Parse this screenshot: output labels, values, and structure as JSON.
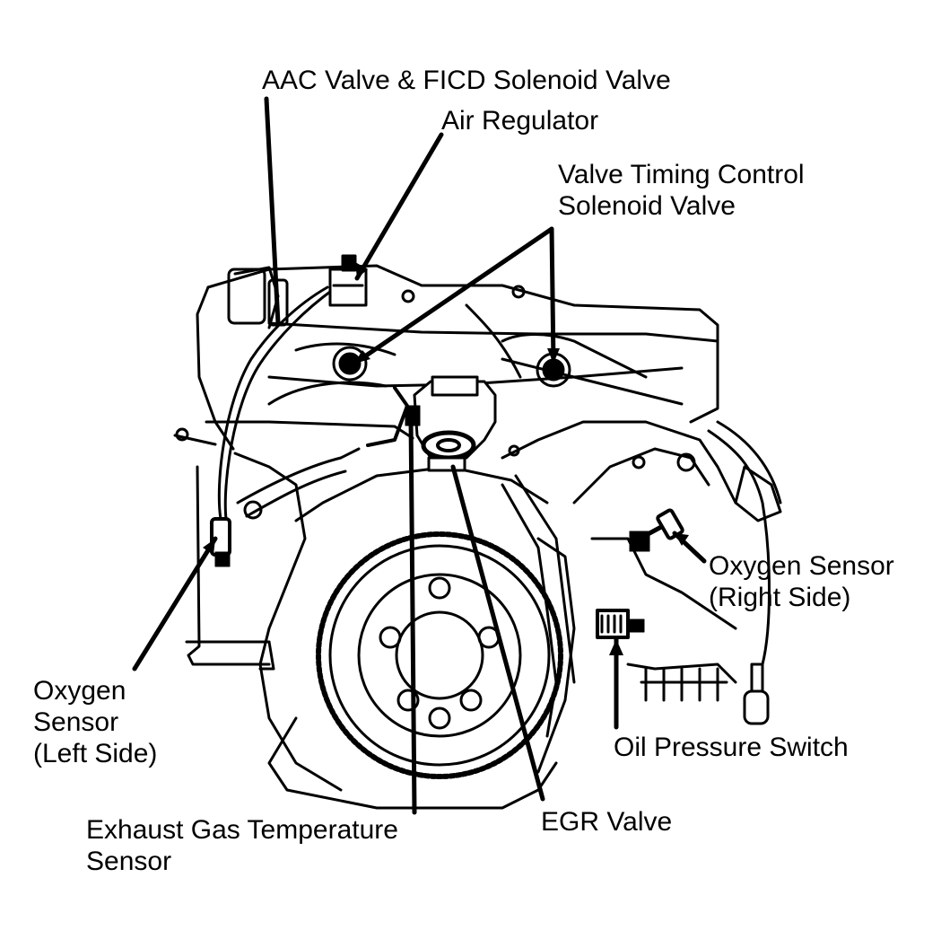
{
  "labels": {
    "aac": "AAC Valve & FICD Solenoid Valve",
    "air_regulator": "Air Regulator",
    "vtc": [
      "Valve Timing Control",
      "Solenoid Valve"
    ],
    "o2_right": [
      "Oxygen Sensor",
      "(Right Side)"
    ],
    "o2_left": [
      "Oxygen",
      "Sensor",
      "(Left Side)"
    ],
    "oil_pressure": "Oil Pressure Switch",
    "egt": [
      "Exhaust Gas Temperature",
      "Sensor"
    ],
    "egr": "EGR Valve"
  },
  "colors": {
    "ink": "#000000",
    "paper": "#ffffff"
  }
}
